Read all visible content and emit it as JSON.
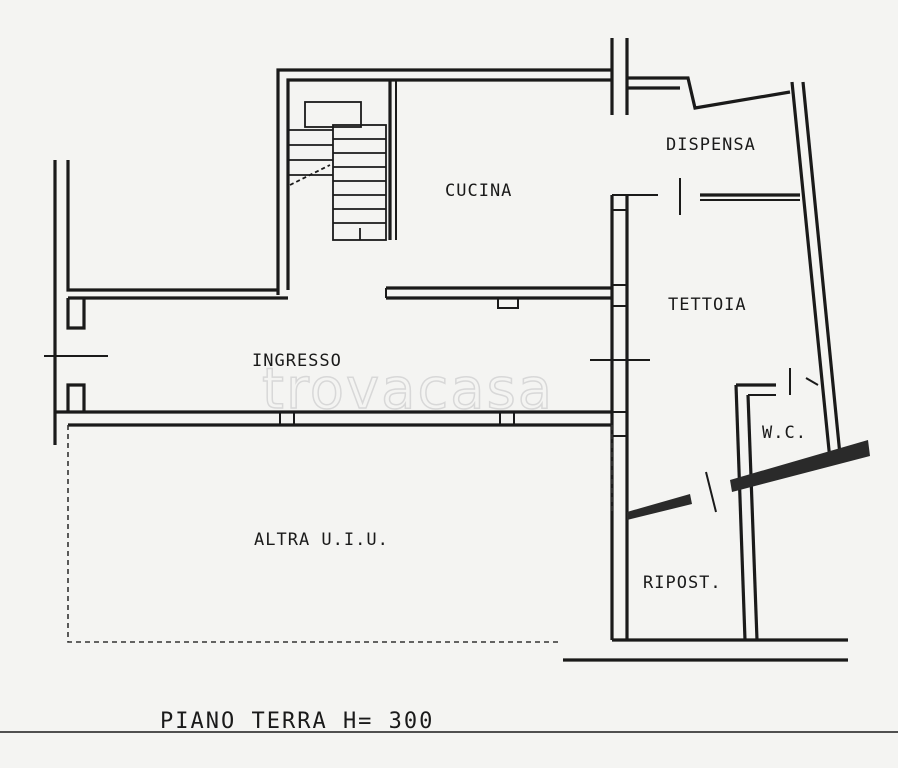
{
  "rooms": {
    "dispensa": "DISPENSA",
    "cucina": "CUCINA",
    "tettoia": "TETTOIA",
    "ingresso": "INGRESSO",
    "wc": "W.C.",
    "altra_uiu": "ALTRA U.I.U.",
    "ripost": "RIPOST."
  },
  "footer": {
    "floor_label": "PIANO TERRA H= 300"
  },
  "watermark": "trovacasa"
}
